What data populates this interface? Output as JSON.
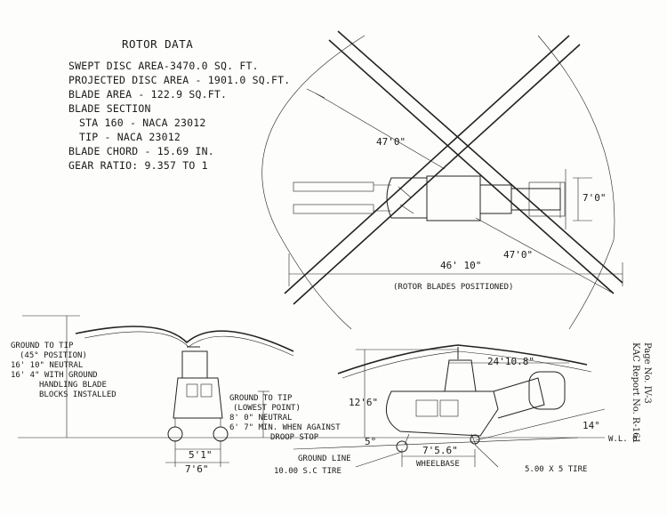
{
  "rotor_data": {
    "title": "ROTOR DATA",
    "lines": [
      "SWEPT DISC AREA-3470.0 SQ. FT.",
      "PROJECTED DISC AREA - 1901.0 SQ.FT.",
      "BLADE AREA - 122.9 SQ.FT.",
      "BLADE SECTION",
      "STA 160 - NACA 23012",
      "TIP - NACA 23012",
      "BLADE CHORD - 15.69 IN.",
      "GEAR RATIO: 9.357 TO 1"
    ]
  },
  "top_view": {
    "blade_span_upper": "47'0\"",
    "blade_span_lower": "47'0\"",
    "body_width": "7'0\"",
    "overall_length": "46' 10\"",
    "overall_length_note": "(ROTOR BLADES POSITIONED)"
  },
  "front_view": {
    "ground_to_tip_title": "GROUND TO TIP",
    "ground_to_tip_pos": "(45° POSITION)",
    "neutral_height": "16' 10\" NEUTRAL",
    "blocks_height": "16'  4\" WITH GROUND",
    "blocks_note_1": "HANDLING BLADE",
    "blocks_note_2": "BLOCKS INSTALLED",
    "lowest_title": "GROUND TO TIP",
    "lowest_sub": "(LOWEST POINT)",
    "lowest_neutral": "8'  0\"  NEUTRAL",
    "lowest_min": "6'  7\"  MIN. WHEN AGAINST",
    "lowest_min_note": "DROOP STOP",
    "track_inner": "5'1\"",
    "track_outer": "7'6\""
  },
  "side_view": {
    "tail_length": "24'10.8\"",
    "height": "12'6\"",
    "angle_front": "5°",
    "angle_rear": "14°",
    "wl": "W.L. 0",
    "wheelbase": "7'5.6\"",
    "wheelbase_label": "WHEELBASE",
    "ground_line": "GROUND LINE",
    "tire_front": "10.00  S.C TIRE",
    "tire_rear": "5.00 X 5 TIRE"
  },
  "page_ref": {
    "page": "Page No. IV-3",
    "report": "KAC Report No. R-161"
  }
}
